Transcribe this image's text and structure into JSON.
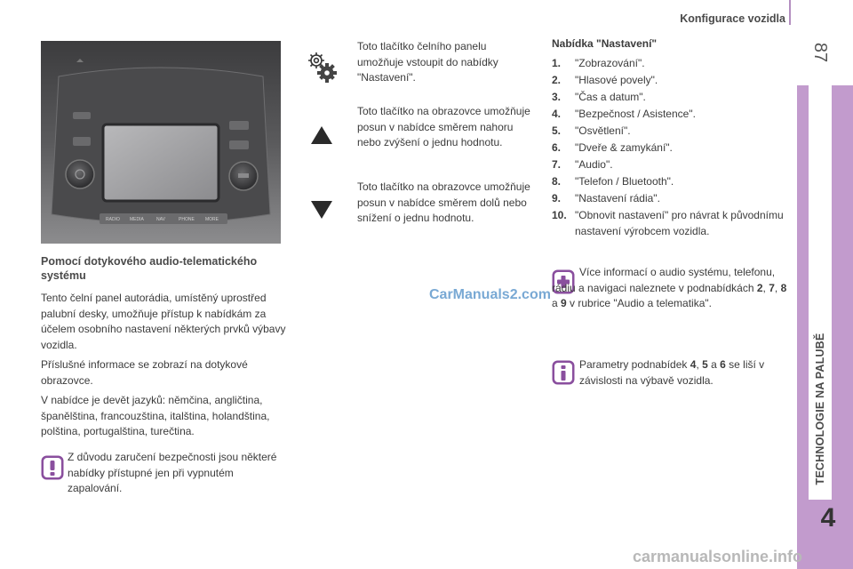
{
  "header": {
    "section_title": "Konfigurace vozidla",
    "page_number": "87"
  },
  "side_tab": {
    "label": "TECHNOLOGIE NA PALUBĚ",
    "chapter_number": "4"
  },
  "radio_image": {
    "buttons": [
      "RADIO",
      "MEDIA",
      "NAV",
      "PHONE",
      "MORE"
    ]
  },
  "left_column": {
    "subheading": "Pomocí dotykového audio-telematického systému",
    "paragraphs": [
      "Tento čelní panel autorádia, umístěný uprostřed palubní desky, umožňuje přístup k nabídkám za účelem osobního nastavení některých prvků výbavy vozidla.",
      "Příslušné informace se zobrazí na dotykové obrazovce.",
      "V nabídce je devět jazyků: němčina, angličtina, španělština, francouzština, italština, holandština, polština, portugalština, turečtina."
    ],
    "warning": "Z důvodu zaručení bezpečnosti jsou některé nabídky přístupné jen při vypnutém zapalování."
  },
  "middle_column": {
    "settings_icon": "settings-gears-icon",
    "settings_text": "Toto tlačítko čelního panelu umožňuje vstoupit do nabídky \"Nastavení\".",
    "up_icon": "triangle-up-icon",
    "up_text": "Toto tlačítko na obrazovce umožňuje posun v nabídce směrem nahoru nebo zvýšení o jednu hodnotu.",
    "down_icon": "triangle-down-icon",
    "down_text": "Toto tlačítko na obrazovce umožňuje posun v nabídce směrem dolů nebo snížení o jednu hodnotu."
  },
  "right_column": {
    "menu_title": "Nabídka \"Nastavení\"",
    "menu_items": [
      {
        "num": "1.",
        "label": "\"Zobrazování\"."
      },
      {
        "num": "2.",
        "label": "\"Hlasové povely\"."
      },
      {
        "num": "3.",
        "label": "\"Čas a datum\"."
      },
      {
        "num": "4.",
        "label": "\"Bezpečnost / Asistence\"."
      },
      {
        "num": "5.",
        "label": "\"Osvětlení\"."
      },
      {
        "num": "6.",
        "label": "\"Dveře & zamykání\"."
      },
      {
        "num": "7.",
        "label": "\"Audio\"."
      },
      {
        "num": "8.",
        "label": "\"Telefon / Bluetooth\"."
      },
      {
        "num": "9.",
        "label": "\"Nastavení rádia\"."
      },
      {
        "num": "10.",
        "label": "\"Obnovit nastavení\" pro návrat k původnímu nastavení výrobcem vozidla."
      }
    ],
    "info_plus": {
      "text_before": "Více informací o audio systému, telefonu, rádiu a navigaci naleznete v podnabídkách ",
      "bold_1": "2",
      "sep_1": ", ",
      "bold_2": "7",
      "sep_2": ", ",
      "bold_3": "8",
      "sep_3": " a ",
      "bold_4": "9",
      "text_after": " v rubrice \"Audio a telematika\"."
    },
    "info_i": {
      "text_before": "Parametry podnabídek ",
      "bold_1": "4",
      "sep_1": ", ",
      "bold_2": "5",
      "sep_2": " a ",
      "bold_3": "6",
      "text_after": " se liší v závislosti na výbavě vozidla."
    }
  },
  "watermarks": {
    "center": "CarManuals2.com",
    "bottom": "carmanualsonline.info"
  },
  "colors": {
    "accent_purple": "#c29bcd",
    "icon_purple": "#8a4f9e",
    "watermark_blue": "#79a9d4"
  }
}
